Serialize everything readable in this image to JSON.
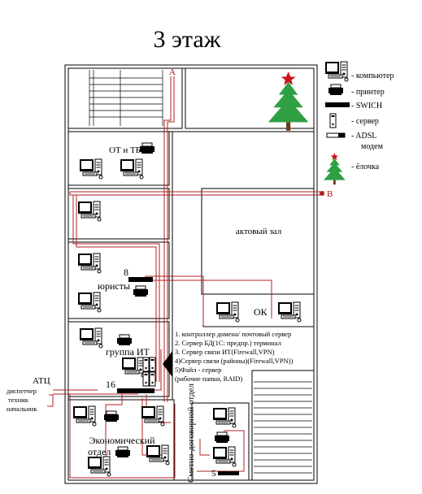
{
  "title": "3 этаж",
  "legend": {
    "computer": "- компьютер",
    "printer": "- принтер",
    "switch": "- SWICH",
    "server": "- сервер",
    "adsl": "- ADSL",
    "adsl2": "модем",
    "tree": "- ёлочка"
  },
  "points": {
    "a": "A",
    "b": "B"
  },
  "rooms": {
    "ot_tb": "ОТ и ТБ",
    "act_hall": "актовый зал",
    "lawyers": "юристы",
    "ok": "ОК",
    "it_group": "группа ИТ",
    "econ1": "Экономический",
    "econ2": "отдел",
    "contract": "Сметно-договорной отдел"
  },
  "switch_ports": {
    "lawyers": "8",
    "it": "16",
    "contract": "5"
  },
  "atc": {
    "label": "АТЦ",
    "lines": [
      "диспетчер",
      "техник",
      "начальник"
    ]
  },
  "servers_note": [
    "1. контроллер домена/ почтовый сервер",
    "2. Сервер БД(1С: предпр.) терминал",
    "3. Сервер связи ИТ(Firewall,VPN)",
    "4)Сервер связи (районы)(Firewall,VPN))",
    "5)Файл - сервер",
    "(рабочие папки, RAID)"
  ],
  "colors": {
    "cable": "#b02020",
    "wall": "#000000"
  }
}
